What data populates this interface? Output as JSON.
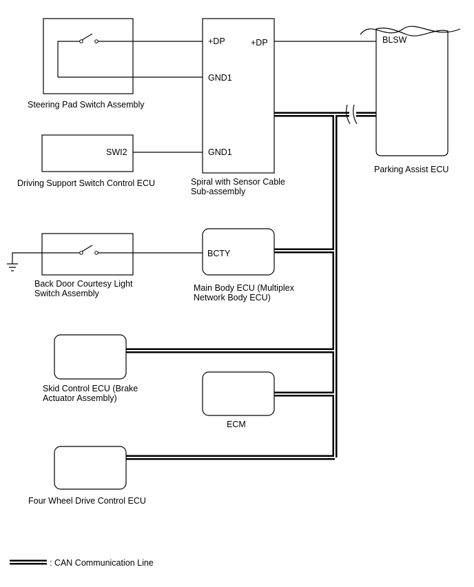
{
  "components": {
    "steering_pad": {
      "label": "Steering Pad Switch Assembly"
    },
    "driving_support": {
      "label": "Driving Support Switch Control ECU",
      "pin": "SWI2"
    },
    "spiral": {
      "line1": "Spiral with Sensor Cable",
      "line2": "Sub-assembly",
      "pin_dp_left": "+DP",
      "pin_dp_right": "+DP",
      "pin_gnd1_top": "GND1",
      "pin_gnd1_bottom": "GND1"
    },
    "parking_assist": {
      "label": "Parking Assist ECU",
      "pin": "BLSW"
    },
    "back_door": {
      "line1": "Back Door Courtesy Light",
      "line2": "Switch Assembly"
    },
    "main_body": {
      "line1": "Main Body ECU (Multiplex",
      "line2": "Network Body ECU)",
      "pin": "BCTY"
    },
    "skid_control": {
      "line1": "Skid Control ECU (Brake",
      "line2": "Actuator Assembly)"
    },
    "ecm": {
      "label": "ECM"
    },
    "four_wheel": {
      "label": "Four Wheel Drive Control ECU"
    }
  },
  "legend": {
    "label": ": CAN Communication Line"
  },
  "colors": {
    "line": "#000000",
    "background": "#ffffff"
  }
}
